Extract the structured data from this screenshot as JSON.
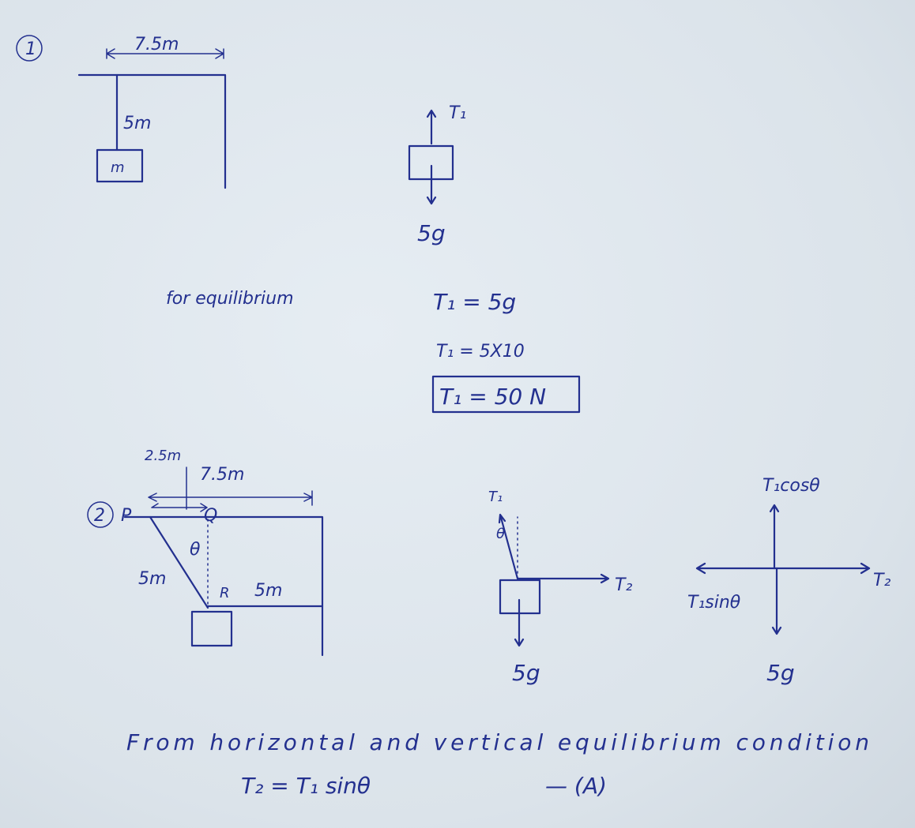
{
  "part1": {
    "number": "1",
    "span_label": "7.5m",
    "rope_label": "5m",
    "mass_label": "m",
    "fbd_tension": "T₁",
    "fbd_weight": "5g",
    "condition": "for equilibrium",
    "eq1": "T₁ = 5g",
    "eq2": "T₁ = 5X10",
    "result": "T₁ = 50 N"
  },
  "part2": {
    "number": "2",
    "offset_label": "2.5m",
    "span_label": "7.5m",
    "point_p": "P",
    "point_q": "Q",
    "angle": "θ",
    "rope_label": "5m",
    "point_r": "R",
    "horizontal_label": "5m",
    "fbd_tension1": "T₁",
    "fbd_angle": "θ",
    "fbd_tension2": "T₂",
    "fbd_weight": "5g",
    "comp_vertical": "T₁cosθ",
    "comp_right": "T₂",
    "comp_left": "T₁sinθ",
    "comp_weight": "5g",
    "statement": "From horizontal and vertical equilibrium condition",
    "equation": "T₂  =  T₁ sinθ",
    "equation_tag": "—   (A)"
  }
}
